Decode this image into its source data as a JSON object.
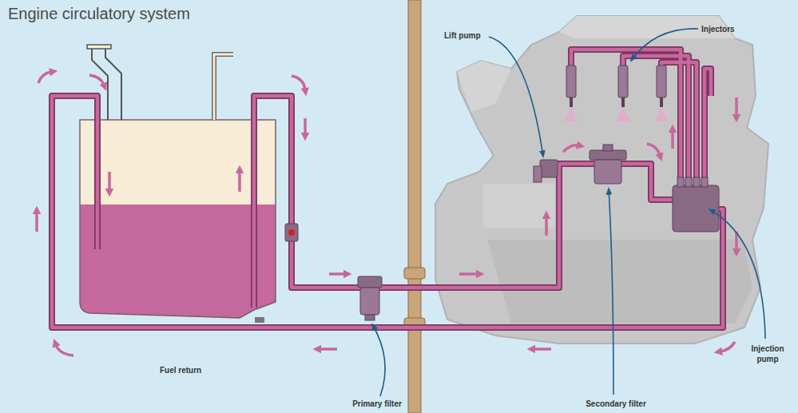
{
  "diagram": {
    "title": "Engine circulatory system",
    "labels": [
      "Lift pump",
      "Injectors",
      "Injection pump",
      "Secondary filter",
      "Primary filter",
      "Fuel return"
    ]
  }
}
